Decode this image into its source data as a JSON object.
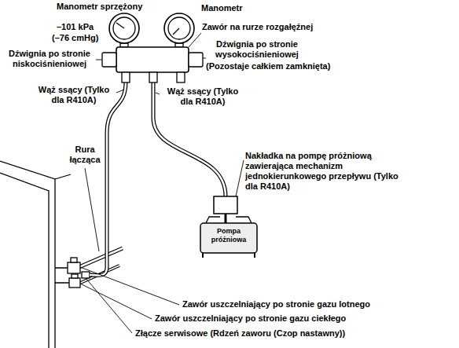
{
  "diagram": {
    "labels": [
      "Manometr sprzężony",
      "Manometr",
      "–101 kPa",
      "(–76 cmHg)",
      "Zawór na rurze rozgałęźnej",
      "Dźwignia po stronie niskociśnieniowej",
      "Dźwignia po stronie wysokociśnieniowej",
      "(Pozostaje całkiem zamknięta)",
      "Wąż ssący (Tylko dla R410A)",
      "Wąż ssący (Tylko dla R410A)",
      "Rura łącząca",
      "Nakładka na pompę próżniową zawierająca mechanizm jednokierunkowego przepływu (Tylko dla R410A)",
      "Pompa próżniowa",
      "Zawór uszczelniający po stronie gazu lotnego",
      "Zawór uszczelniający po stronie gazu ciekłego",
      "Złącze serwisowe (Rdzeń zaworu (Czop nastawny))"
    ]
  }
}
